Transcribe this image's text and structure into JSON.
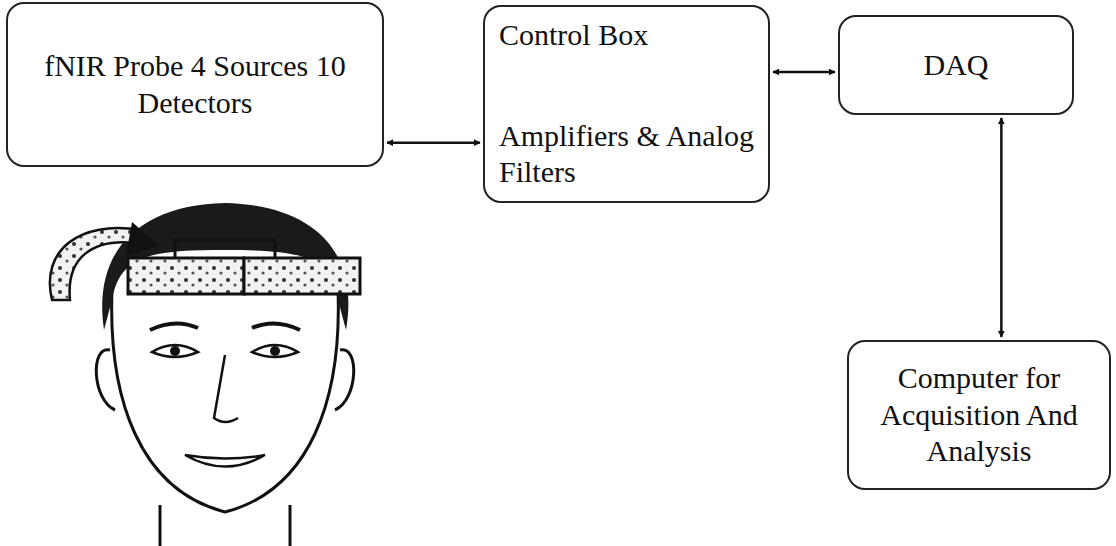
{
  "diagram": {
    "nodes": [
      {
        "text": [
          "fNIR Probe 4 Sources 10 Detectors"
        ]
      },
      {
        "text": [
          "Control Box",
          "Amplifiers & Analog Filters"
        ]
      },
      {
        "text": [
          "DAQ"
        ]
      },
      {
        "text": [
          "Computer for Acquisition And Analysis"
        ]
      }
    ],
    "edges": [
      {
        "from": 0,
        "to": 1,
        "arrow": "both"
      },
      {
        "from": 1,
        "to": 2,
        "arrow": "both"
      },
      {
        "from": 2,
        "to": 3,
        "arrow": "both"
      }
    ]
  }
}
